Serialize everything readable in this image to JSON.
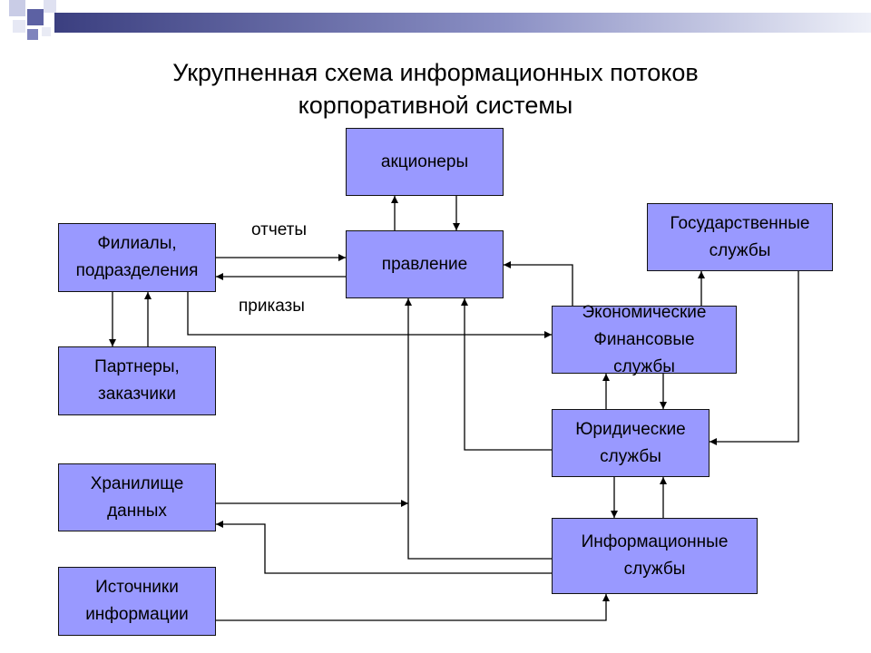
{
  "title": {
    "line1": "Укрупненная схема информационных потоков",
    "line2": "корпоративной системы"
  },
  "colors": {
    "box_fill": "#9999ff",
    "arrow": "#000000",
    "band_dark": "#3b3f80",
    "band_light": "#d9dcef"
  },
  "nodes": {
    "shareholders": "акционеры",
    "board": "правление",
    "branches": "Филиалы,\nподразделения",
    "partners": "Партнеры,\nзаказчики",
    "gov": "Государственные\nслужбы",
    "econ": "Экономические\nФинансовые\nслужбы",
    "legal": "Юридические\nслужбы",
    "storage": "Хранилище\nданных",
    "info": "Информационные\nслужбы",
    "sources": "Источники\nинформации"
  },
  "flow_labels": {
    "reports": "отчеты",
    "orders": "приказы"
  }
}
